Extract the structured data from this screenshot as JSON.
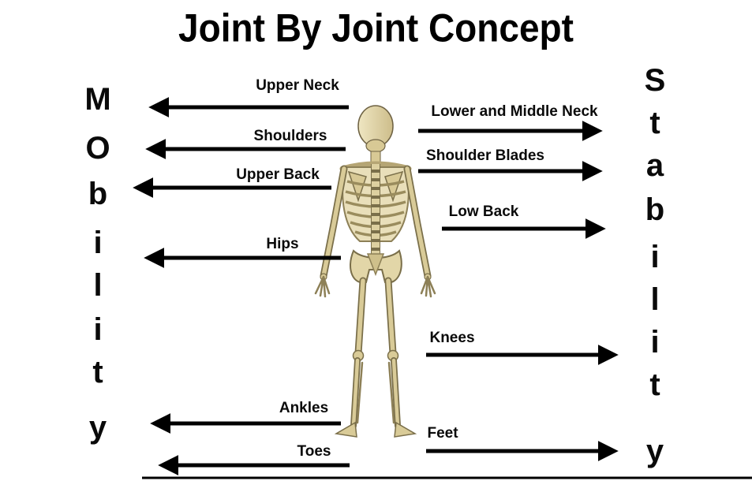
{
  "title": "Joint By Joint Concept",
  "left_word": {
    "word": "Mobility",
    "letters": [
      "M",
      "O",
      "b",
      "i",
      "l",
      "i",
      "t",
      "y"
    ]
  },
  "right_word": {
    "word": "Stability",
    "letters": [
      "S",
      "t",
      "a",
      "b",
      "i",
      "l",
      "i",
      "t",
      "y"
    ]
  },
  "joints": {
    "mobility": [
      {
        "name": "Upper Neck"
      },
      {
        "name": "Shoulders"
      },
      {
        "name": "Upper Back"
      },
      {
        "name": "Hips"
      },
      {
        "name": "Ankles"
      },
      {
        "name": "Toes"
      }
    ],
    "stability": [
      {
        "name": "Lower and Middle Neck"
      },
      {
        "name": "Shoulder Blades"
      },
      {
        "name": "Low Back"
      },
      {
        "name": "Knees"
      },
      {
        "name": "Feet"
      }
    ]
  },
  "colors": {
    "text": "#000000",
    "arrow": "#000000",
    "background": "#ffffff",
    "bone": "#d9cb98"
  }
}
